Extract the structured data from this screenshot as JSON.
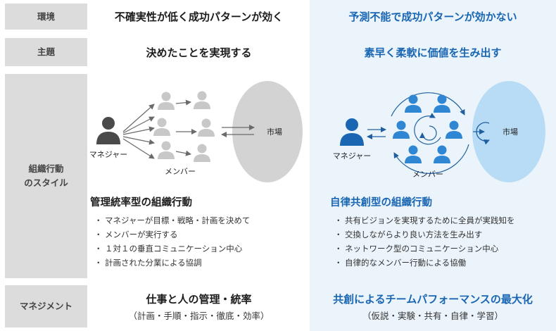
{
  "rows": {
    "env": "環境",
    "theme": "主題",
    "style_line1": "組織行動",
    "style_line2": "のスタイル",
    "mgmt": "マネジメント"
  },
  "left": {
    "env": "不確実性が低く成功パターンが効く",
    "theme": "決めたことを実現する",
    "manager_label": "マネジャー",
    "members_label": "メンバー",
    "market_label": "市場",
    "heading": "管理統率型の組織行動",
    "bullets": [
      "マネジャーが目標・戦略・計画を決めて",
      "メンバーが実行する",
      "１対１の垂直コミュニケーション中心",
      "計画された分業による協調"
    ],
    "mgmt_title": "仕事と人の管理・統率",
    "mgmt_sub": "（計画・手順・指示・徹底・効率）"
  },
  "right": {
    "env": "予測不能で成功パターンが効かない",
    "theme": "素早く柔軟に価値を生み出す",
    "manager_label": "マネジャー",
    "members_label": "メンバー",
    "market_label": "市場",
    "heading": "自律共創型の組織行動",
    "bullets": [
      "共有ビジョンを実現するために全員が実践知を",
      "交換しながらより良い方法を生み出す",
      "ネットワーク型のコミュニケーション中心",
      "自律的なメンバー行動による協働"
    ],
    "mgmt_title": "共創によるチームパフォーマンスの最大化",
    "mgmt_sub": "（仮説・実験・共有・自律・学習）"
  },
  "colors": {
    "accent": "#1a66b3",
    "person_dark": "#4a4a4a",
    "person_gray": "#c8c8c8",
    "person_blue": "#2f86d3",
    "market_gray": "#d3d3d3",
    "market_blue": "#b8dcf5",
    "right_bg": "#ebf4fb",
    "label_bg": "#dcdcdc"
  }
}
